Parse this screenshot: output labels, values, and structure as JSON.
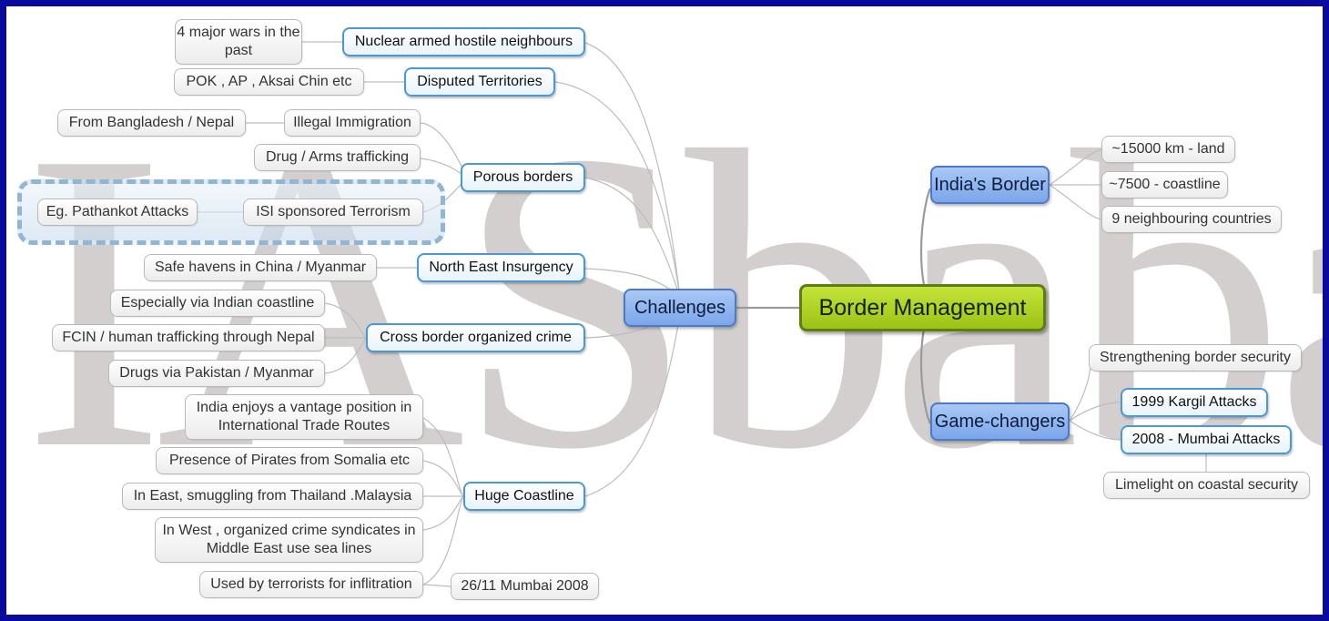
{
  "central": "Border Management",
  "challenges": {
    "label": "Challenges",
    "nuclear": {
      "label": "Nuclear armed hostile neighbours",
      "wars": "4 major wars in the past"
    },
    "disputed": {
      "label": "Disputed Territories",
      "detail": "POK , AP , Aksai Chin etc"
    },
    "porous": {
      "label": "Porous borders",
      "illegal_immigration": "Illegal Immigration",
      "from_bangladesh": "From Bangladesh / Nepal",
      "drug_arms": "Drug / Arms trafficking",
      "isi": "ISI sponsored Terrorism",
      "pathankot": "Eg. Pathankot Attacks"
    },
    "northeast": {
      "label": "North East Insurgency",
      "safe_havens": "Safe havens in China / Myanmar"
    },
    "crime": {
      "label": "Cross border organized crime",
      "coastline": "Especially via Indian coastline",
      "fcin": "FCIN / human trafficking through Nepal",
      "drugs": "Drugs via Pakistan / Myanmar"
    },
    "coast": {
      "label": "Huge Coastline",
      "vantage": "India enjoys a vantage position in International Trade Routes",
      "pirates": "Presence of Pirates from Somalia etc",
      "east": "In East, smuggling from Thailand .Malaysia",
      "west": "In West , organized crime syndicates in Middle East use sea lines",
      "terrorists": "Used by terrorists for inflitration",
      "mumbai": "26/11 Mumbai 2008"
    }
  },
  "border": {
    "label": "India's Border",
    "land": "~15000 km - land",
    "coastline": "~7500 - coastline",
    "neighbours": "9 neighbouring countries"
  },
  "gamechangers": {
    "label": "Game-changers",
    "strengthening": "Strengthening border security",
    "kargil": "1999 Kargil Attacks",
    "mumbai": "2008 - Mumbai Attacks",
    "limelight": "Limelight on coastal security"
  },
  "watermark": "IASbaba",
  "colors": {
    "frame": "#0a0aa0",
    "central_fill": "#9cc215",
    "main_fill": "#7ba6ea",
    "sub_border": "#4a98d8",
    "leaf_border": "#b9b9b9",
    "watermark": "#d3cfcf"
  }
}
